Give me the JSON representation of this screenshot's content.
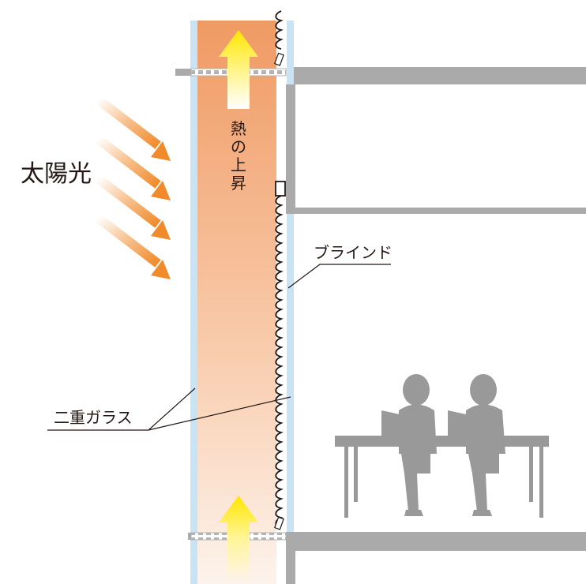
{
  "labels": {
    "sunlight": "太陽光",
    "heat_rise": "熱の上昇",
    "blind": "ブラインド",
    "double_glass": "二重ガラス"
  },
  "colors": {
    "glass": "#c8e4f4",
    "cavity_top": "#f09a63",
    "cavity_bottom": "#fdf3ec",
    "sun_arrow": "#f08a2a",
    "heat_arrow": "#ffe600",
    "structure": "#aaaaaa",
    "people": "#999999",
    "line": "#231815"
  }
}
